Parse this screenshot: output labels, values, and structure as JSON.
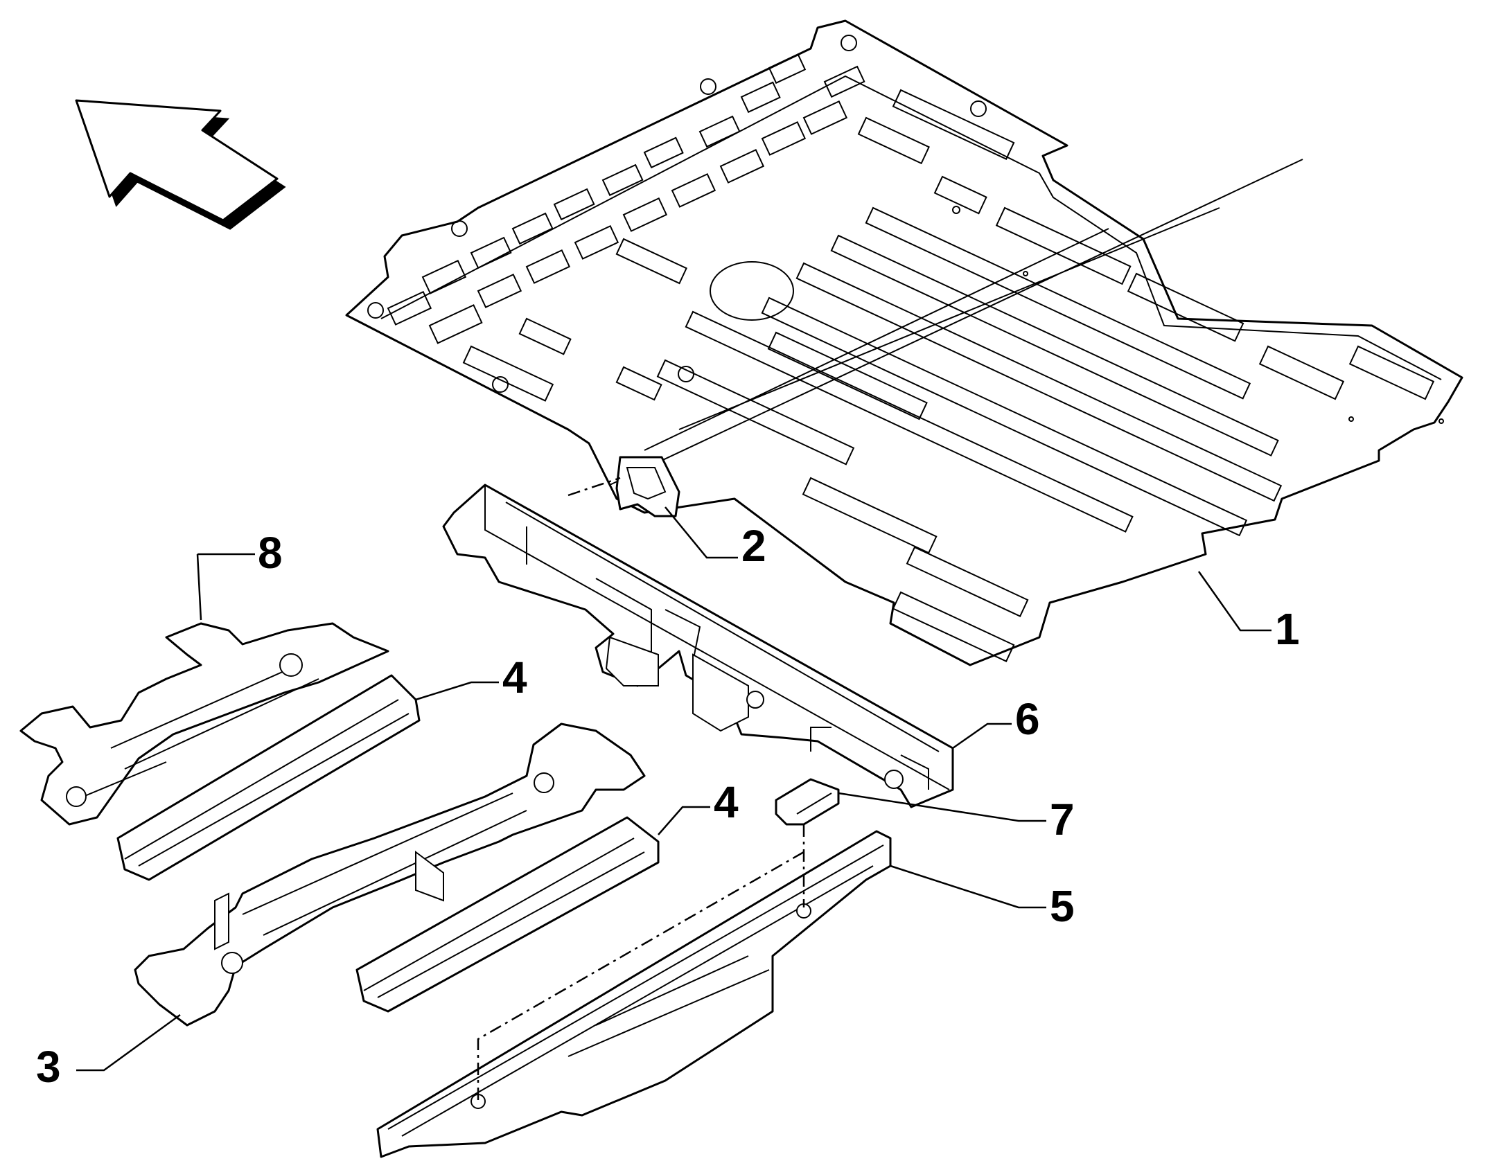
{
  "diagram": {
    "arrow_icon": "direction-arrow-icon",
    "callouts": [
      {
        "label": "1",
        "part": "floor-panel"
      },
      {
        "label": "2",
        "part": "bracket-small"
      },
      {
        "label": "3",
        "part": "central-member"
      },
      {
        "label": "4",
        "part": "side-rail-upper"
      },
      {
        "label": "4",
        "part": "side-rail-lower"
      },
      {
        "label": "5",
        "part": "rear-longitudinal-member"
      },
      {
        "label": "6",
        "part": "cross-member"
      },
      {
        "label": "7",
        "part": "bracket-plate"
      },
      {
        "label": "8",
        "part": "front-floor-section"
      }
    ],
    "colors": {
      "line": "#000000",
      "background": "#ffffff"
    }
  }
}
